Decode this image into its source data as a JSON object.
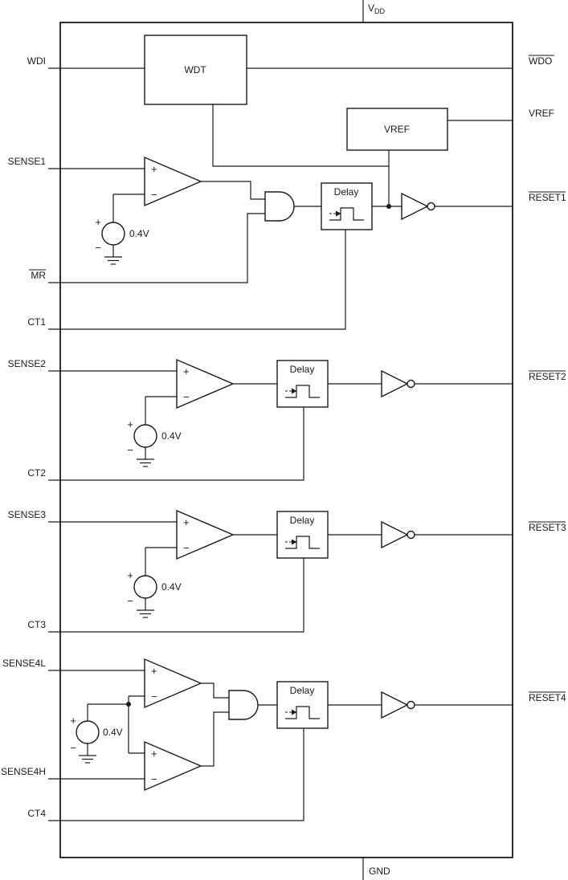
{
  "meta": {
    "background": "#ffffff",
    "line_color": "#1a1a1a",
    "description": "Functional block diagram of a quad voltage supervisor IC with watchdog timer"
  },
  "pins": {
    "vdd_base": "V",
    "vdd_sub": "DD",
    "gnd": "GND",
    "wdi": "WDI",
    "mr": "MR",
    "sense1": "SENSE1",
    "ct1": "CT1",
    "sense2": "SENSE2",
    "ct2": "CT2",
    "sense3": "SENSE3",
    "ct3": "CT3",
    "sense4l": "SENSE4L",
    "sense4h": "SENSE4H",
    "ct4": "CT4",
    "wdo": "WDO",
    "vref": "VREF",
    "reset1": "RESET1",
    "reset2": "RESET2",
    "reset3": "RESET3",
    "reset4": "RESET4"
  },
  "blocks": {
    "wdt": "WDT",
    "vref": "VREF",
    "delay": "Delay"
  },
  "symbols": {
    "plus": "+",
    "minus": "−",
    "ref_voltage": "0.4V"
  },
  "overlined_pins": [
    "MR",
    "WDO",
    "RESET1",
    "RESET2",
    "RESET3",
    "RESET4"
  ]
}
